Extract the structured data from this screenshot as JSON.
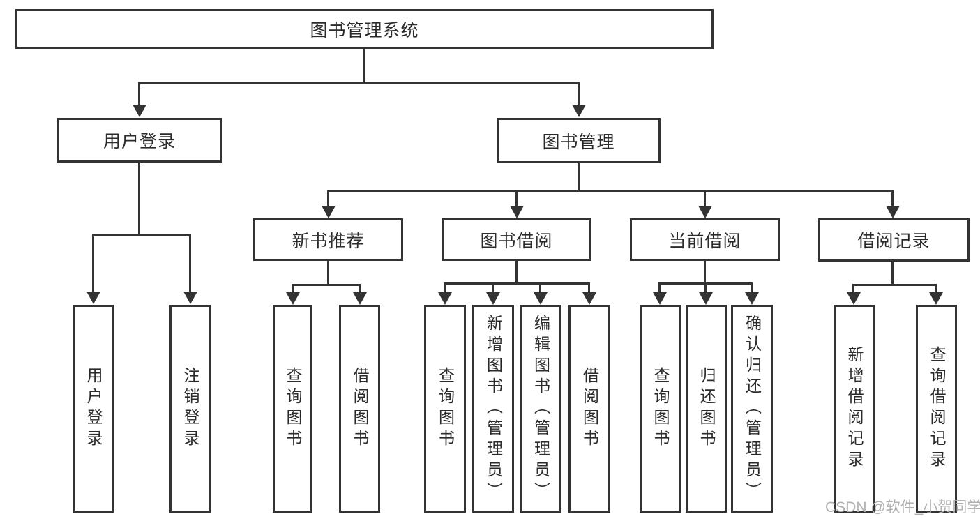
{
  "diagram": {
    "root": {
      "label": "图书管理系统"
    },
    "branches": {
      "user_login": {
        "label": "用户登录",
        "children": [
          "用户登录",
          "注销登录"
        ]
      },
      "book_management": {
        "label": "图书管理",
        "sections": {
          "new_book": {
            "label": "新书推荐",
            "children": [
              "查询图书",
              "借阅图书"
            ]
          },
          "book_borrow": {
            "label": "图书借阅",
            "children": [
              "查询图书",
              "新增图书（管理员）",
              "编辑图书（管理员）",
              "借阅图书"
            ]
          },
          "current_borrow": {
            "label": "当前借阅",
            "children": [
              "查询图书",
              "归还图书",
              "确认归还（管理员）"
            ]
          },
          "borrow_record": {
            "label": "借阅记录",
            "children": [
              "新增借阅记录",
              "查询借阅记录"
            ]
          }
        }
      }
    }
  },
  "watermark": {
    "text": "CSDN @软件_小贺同学"
  },
  "colors": {
    "line": "#333333",
    "text": "#2b2b2b",
    "watermark": "#b0b0b0",
    "background": "#ffffff"
  }
}
